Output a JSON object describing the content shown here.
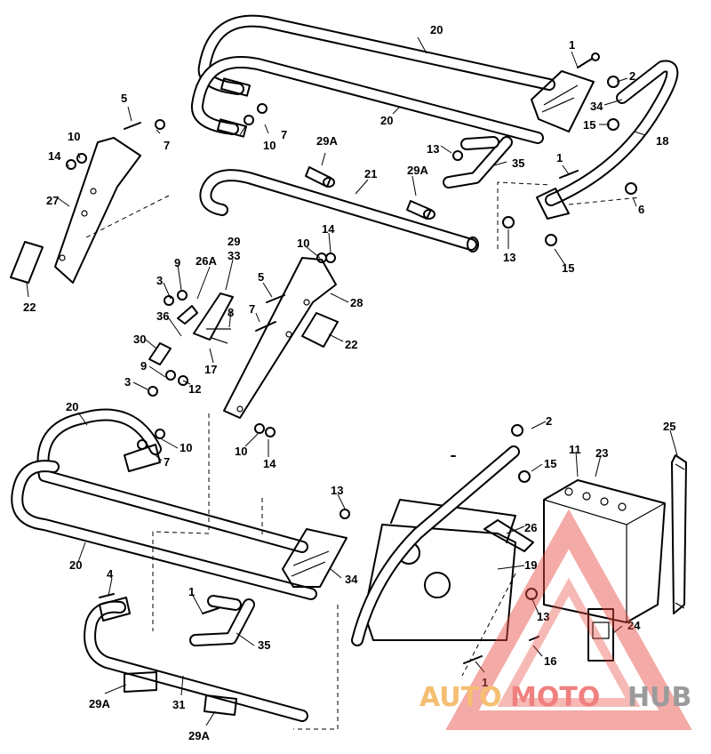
{
  "callouts": {
    "c20a": "20",
    "c1a": "1",
    "c2a": "2",
    "c34a": "34",
    "c15a": "15",
    "c18": "18",
    "c5a": "5",
    "c7a": "7",
    "c20b": "20",
    "c10a": "10",
    "c7b": "7",
    "c10b": "10",
    "c14a": "14",
    "c27": "27",
    "c22a": "22",
    "c29Aa": "29A",
    "c13a": "13",
    "c35a": "35",
    "c29Ab": "29A",
    "c21": "21",
    "c1b": "1",
    "c6": "6",
    "c13b": "13",
    "c15b": "15",
    "c29": "29",
    "c33": "33",
    "c10c": "10",
    "c14b": "14",
    "c9a": "9",
    "c26A": "26A",
    "c5b": "5",
    "c28": "28",
    "c3a": "3",
    "c7c": "7",
    "c8": "8",
    "c36": "36",
    "c30": "30",
    "c22b": "22",
    "c17": "17",
    "c9b": "9",
    "c3b": "3",
    "c12": "12",
    "c20c": "20",
    "c10d": "10",
    "c7d": "7",
    "c10e": "10",
    "c14c": "14",
    "c2b": "2",
    "c25": "25",
    "c11": "11",
    "c23": "23",
    "c15c": "15",
    "c13c": "13",
    "c26": "26",
    "c19": "19",
    "c20d": "20",
    "c34b": "34",
    "c4": "4",
    "c1c": "1",
    "c35b": "35",
    "c13d": "13",
    "c24": "24",
    "c16": "16",
    "c29Ac": "29A",
    "c31": "31",
    "c29Ad": "29A",
    "c1d": "1"
  },
  "watermark": {
    "part1": "AUTO",
    "part2": "MOTO",
    "part3": "HUB",
    "colors": {
      "auto": "#f4b35a",
      "moto": "#ee6a6a",
      "hub": "#8a8a8a",
      "triangle": "#e8493f"
    }
  }
}
